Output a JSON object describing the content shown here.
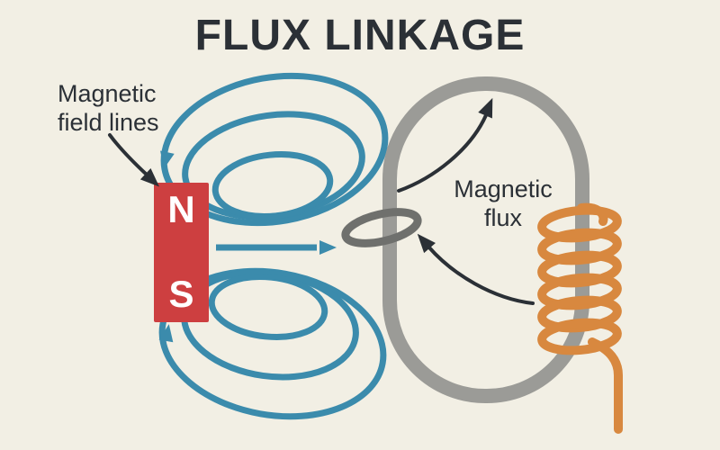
{
  "title": "FLUX LINKAGE",
  "labels": {
    "field_lines": {
      "line1": "Magnetic",
      "line2": "field lines"
    },
    "flux": {
      "line1": "Magnetic",
      "line2": "flux"
    },
    "magnet_north": "N",
    "magnet_south": "S"
  },
  "colors": {
    "background": "#f2efe4",
    "text_dark": "#2b3036",
    "field_line_blue": "#3b8bac",
    "magnet_red": "#cd3f40",
    "loop_gray": "#9b9b97",
    "ring_gray": "#6f706d",
    "coil_orange": "#d8883f"
  }
}
